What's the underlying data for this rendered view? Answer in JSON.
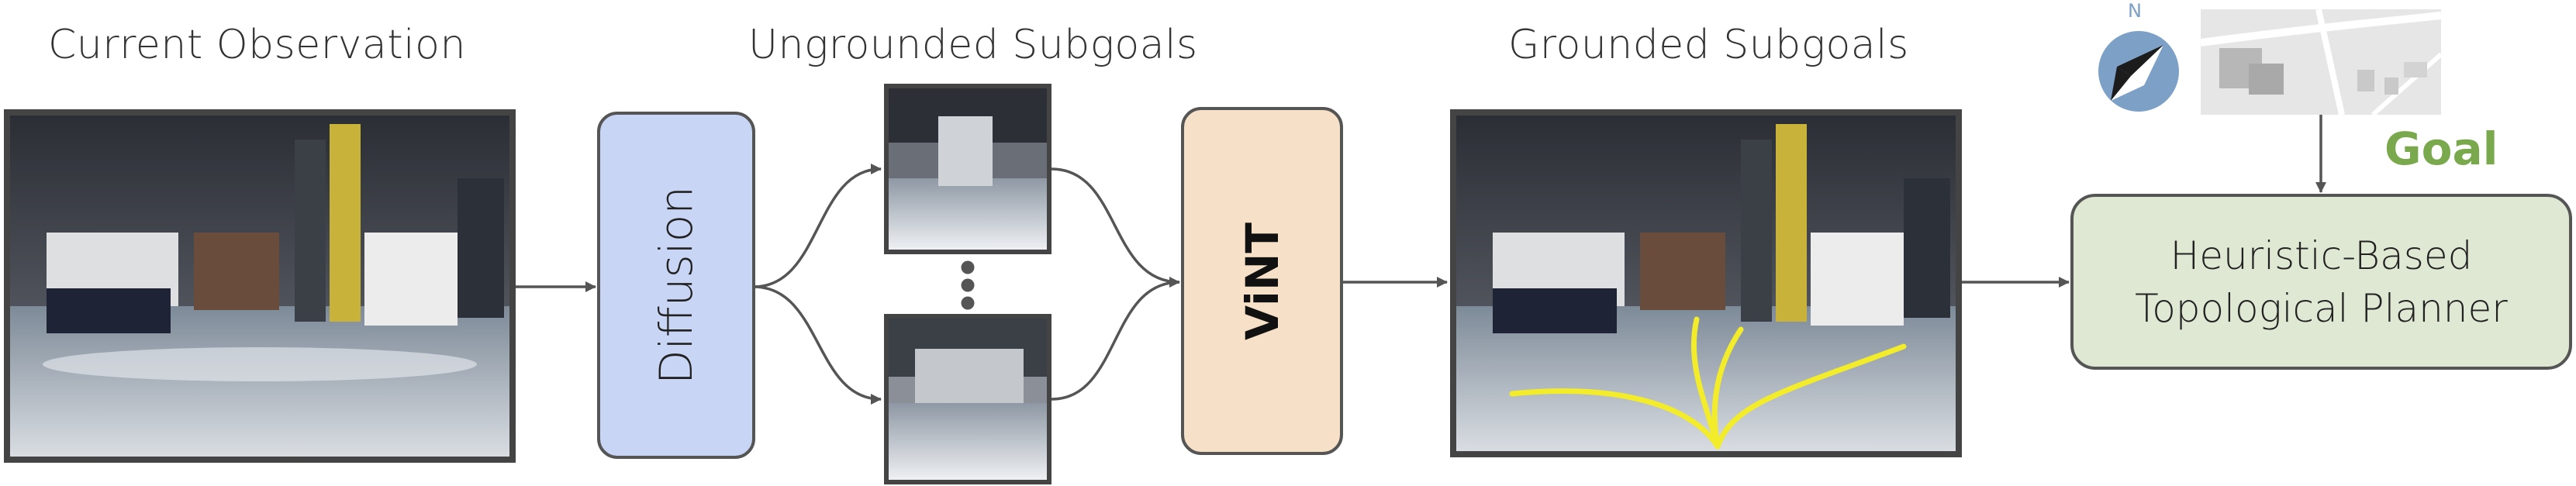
{
  "labels": {
    "current_observation": "Current Observation",
    "ungrounded_subgoals": "Ungrounded Subgoals",
    "grounded_subgoals": "Grounded Subgoals",
    "goal": "Goal"
  },
  "boxes": {
    "diffusion": "Diffusion",
    "vint": "ViNT",
    "planner_line1": "Heuristic-Based",
    "planner_line2": "Topological Planner"
  },
  "compass": {
    "north_letter": "N"
  },
  "icons": [
    "compass-icon",
    "map-icon",
    "ellipsis-dots-icon"
  ],
  "colors": {
    "diffusion_fill": "#c9d5f4",
    "vint_fill": "#f6e0c7",
    "planner_fill": "#dfe8d3",
    "goal_text": "#79a94c",
    "trajectory": "#f2ec2a",
    "arrow": "#555555",
    "compass_disc": "#7ca0c6"
  }
}
